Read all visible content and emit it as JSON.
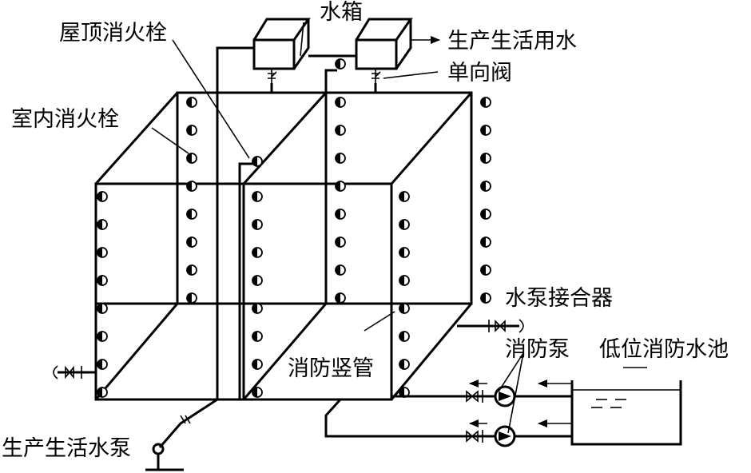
{
  "labels": {
    "water_tank": "水箱",
    "roof_hydrant": "屋顶消火栓",
    "production_domestic_water": "生产生活用水",
    "check_valve": "单向阀",
    "indoor_hydrant": "室内消火栓",
    "pump_adapter": "水泵接合器",
    "fire_pump": "消防泵",
    "low_fire_pool": "低位消防水池",
    "fire_riser": "消防竖管",
    "production_domestic_pump": "生产生活水泵"
  }
}
